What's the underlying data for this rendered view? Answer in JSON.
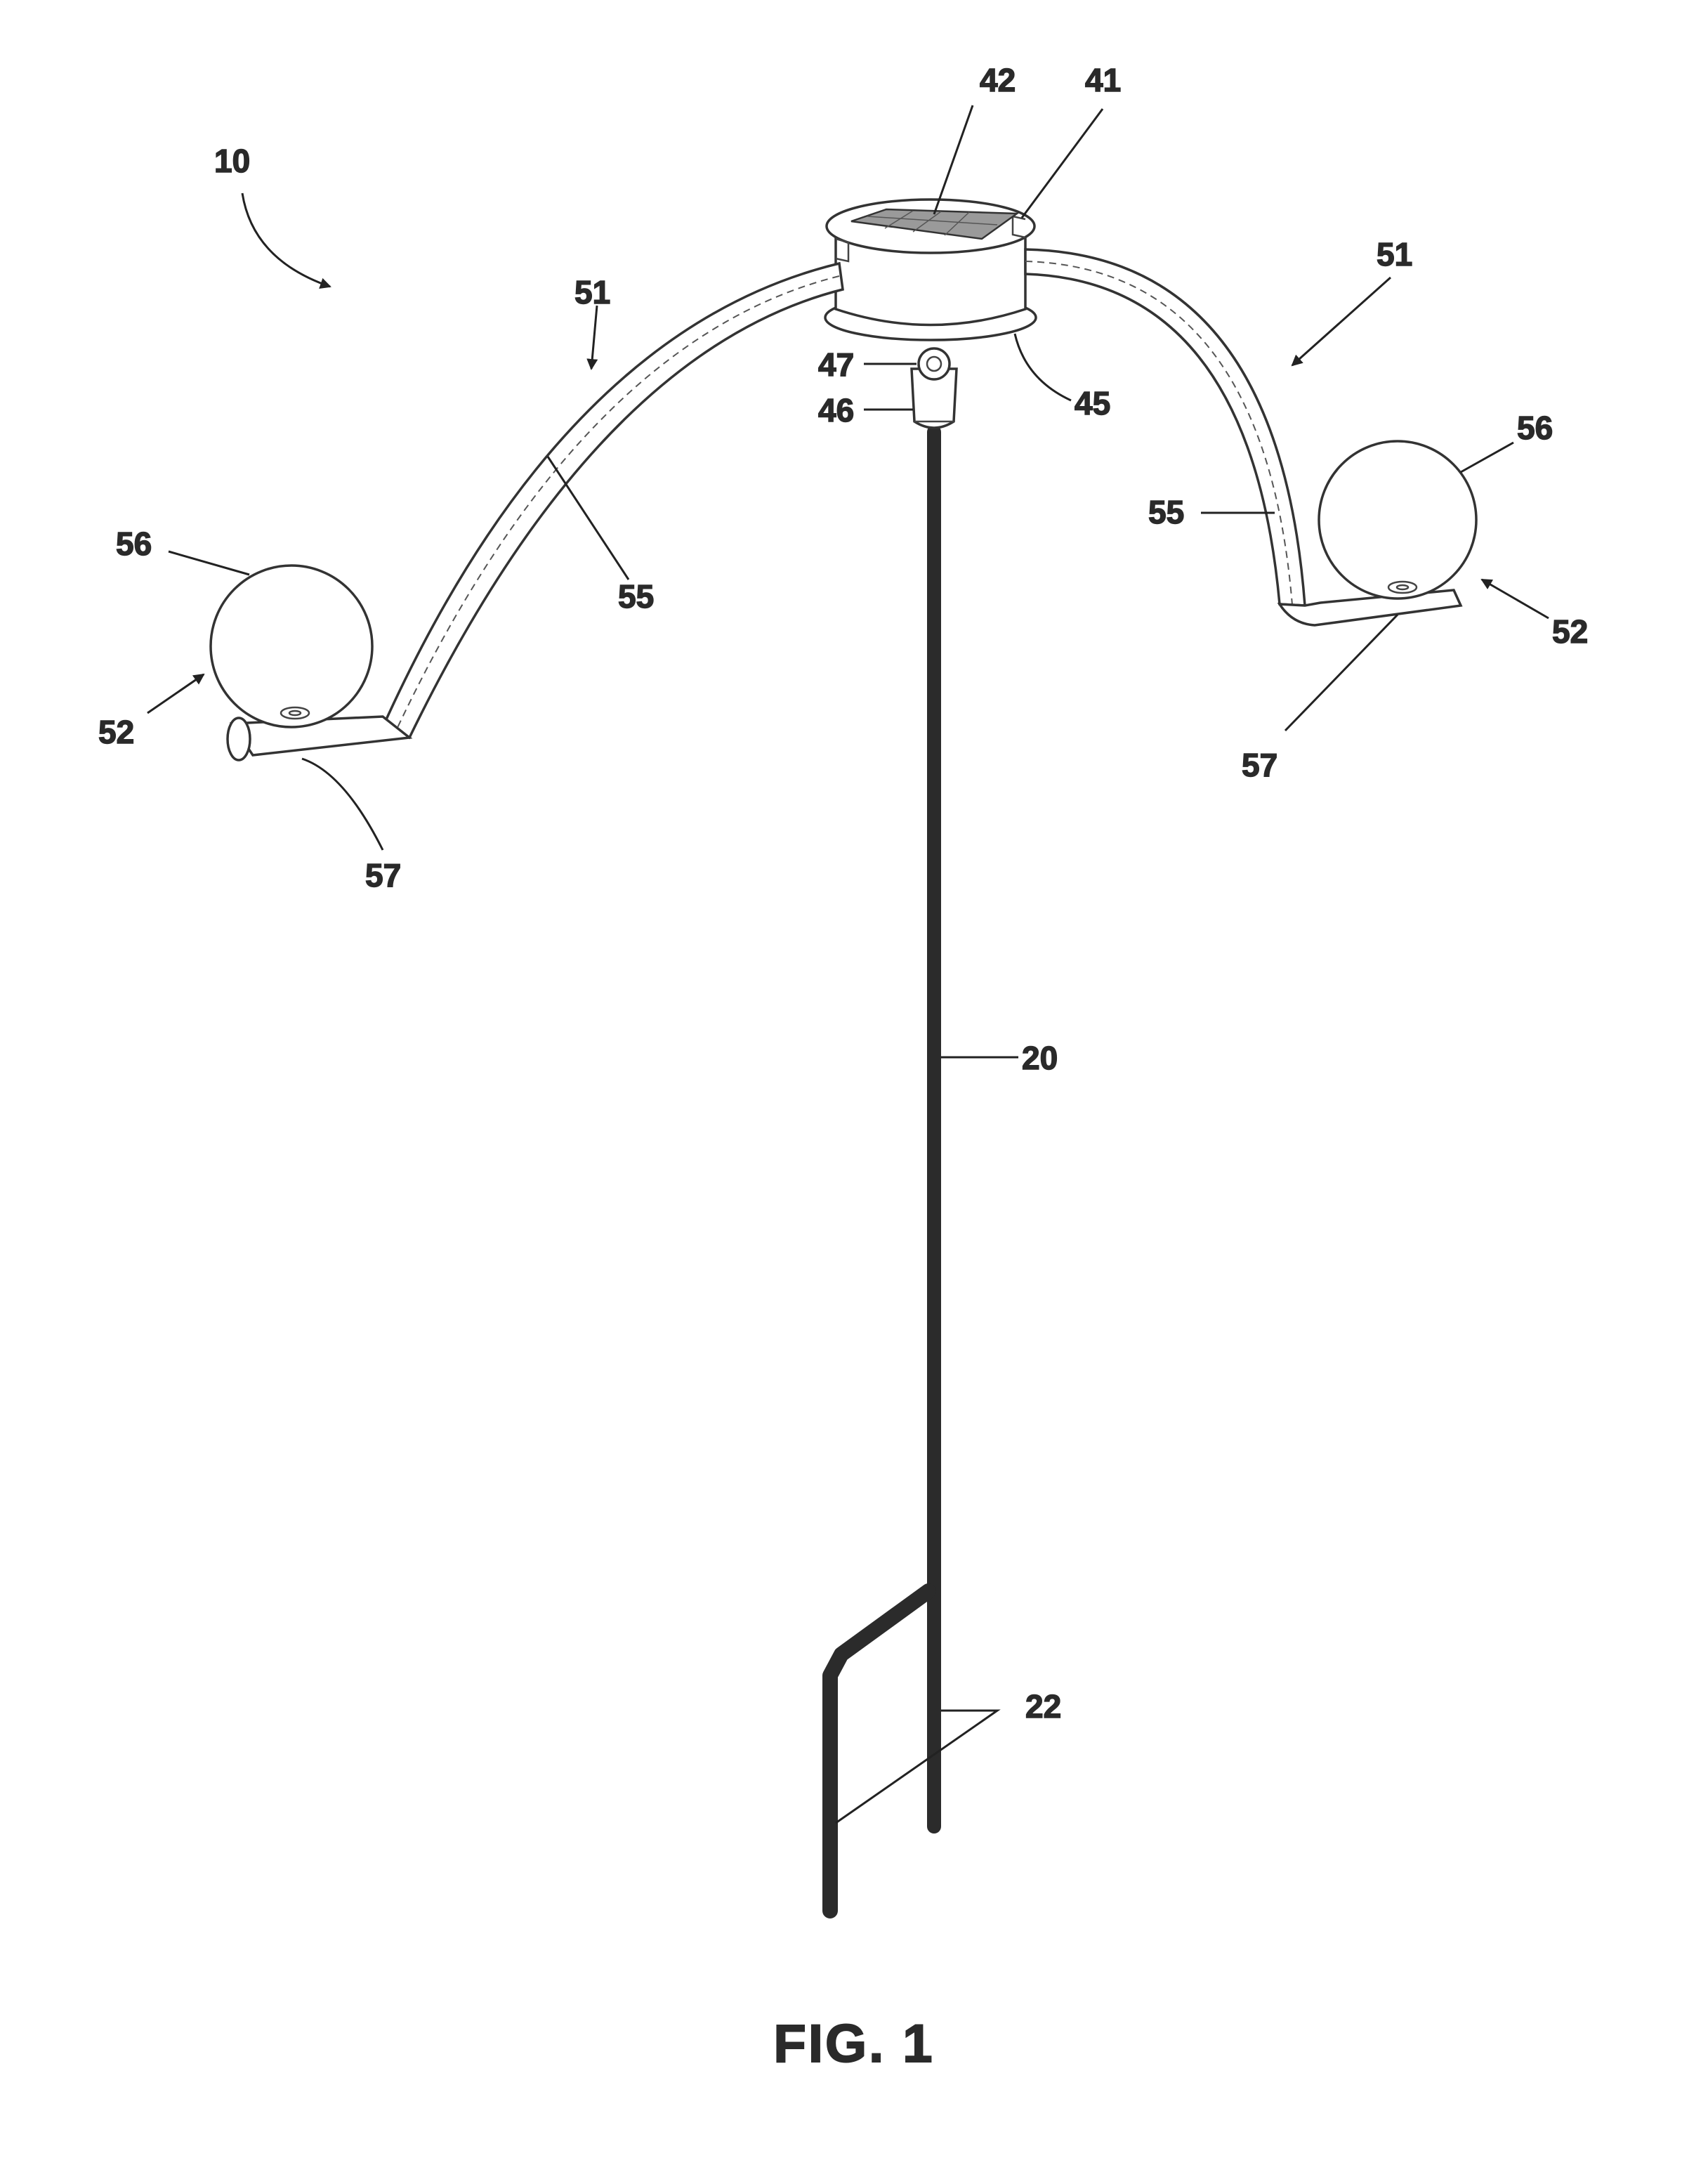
{
  "figure": {
    "caption": "FIG. 1",
    "labels": {
      "assembly": "10",
      "stake": "20",
      "stake_legs": "22",
      "housing": "41",
      "solar_panel": "42",
      "housing_base": "45",
      "mount_sleeve": "46",
      "pivot": "47",
      "arm_left": "51",
      "arm_right": "51",
      "light_left": "52",
      "light_right": "52",
      "arm_tube_left": "55",
      "arm_tube_right": "55",
      "globe_left": "56",
      "globe_right": "56",
      "cradle_left": "57",
      "cradle_right": "57"
    }
  },
  "colors": {
    "ink": "#2a2a2a",
    "background": "#ffffff",
    "panel": "#8a8a8a"
  }
}
